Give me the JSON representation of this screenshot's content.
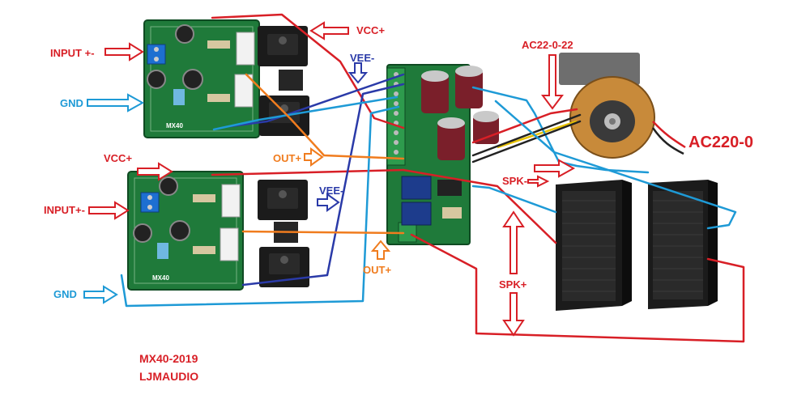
{
  "labels": {
    "vcc_top": "VCC+",
    "input_top": "INPUT +-",
    "gnd_top": "GND",
    "vee_top": "VEE-",
    "out_top": "OUT+",
    "vcc_bottom": "VCC+",
    "input_bottom": "INPUT+-",
    "vee_bottom": "VEE-",
    "gnd_bottom": "GND",
    "out_bottom": "OUT+",
    "ac_secondary": "AC22-0-22",
    "ac_primary": "AC220-0",
    "spk_minus": "SPK-",
    "spk_plus": "SPK+",
    "board_silk_top": "MX40",
    "board_silk_bottom": "MX40"
  },
  "footer": {
    "model": "MX40-2019",
    "brand": "LJMAUDIO"
  },
  "colors": {
    "red": "#d81f26",
    "blue": "#1e9ad6",
    "navy": "#2a3aa8",
    "orange": "#f07c1e",
    "pcb_green": "#1f7a3a",
    "speaker": "#1b1b1b",
    "transformer_copper": "#c88a3a"
  }
}
